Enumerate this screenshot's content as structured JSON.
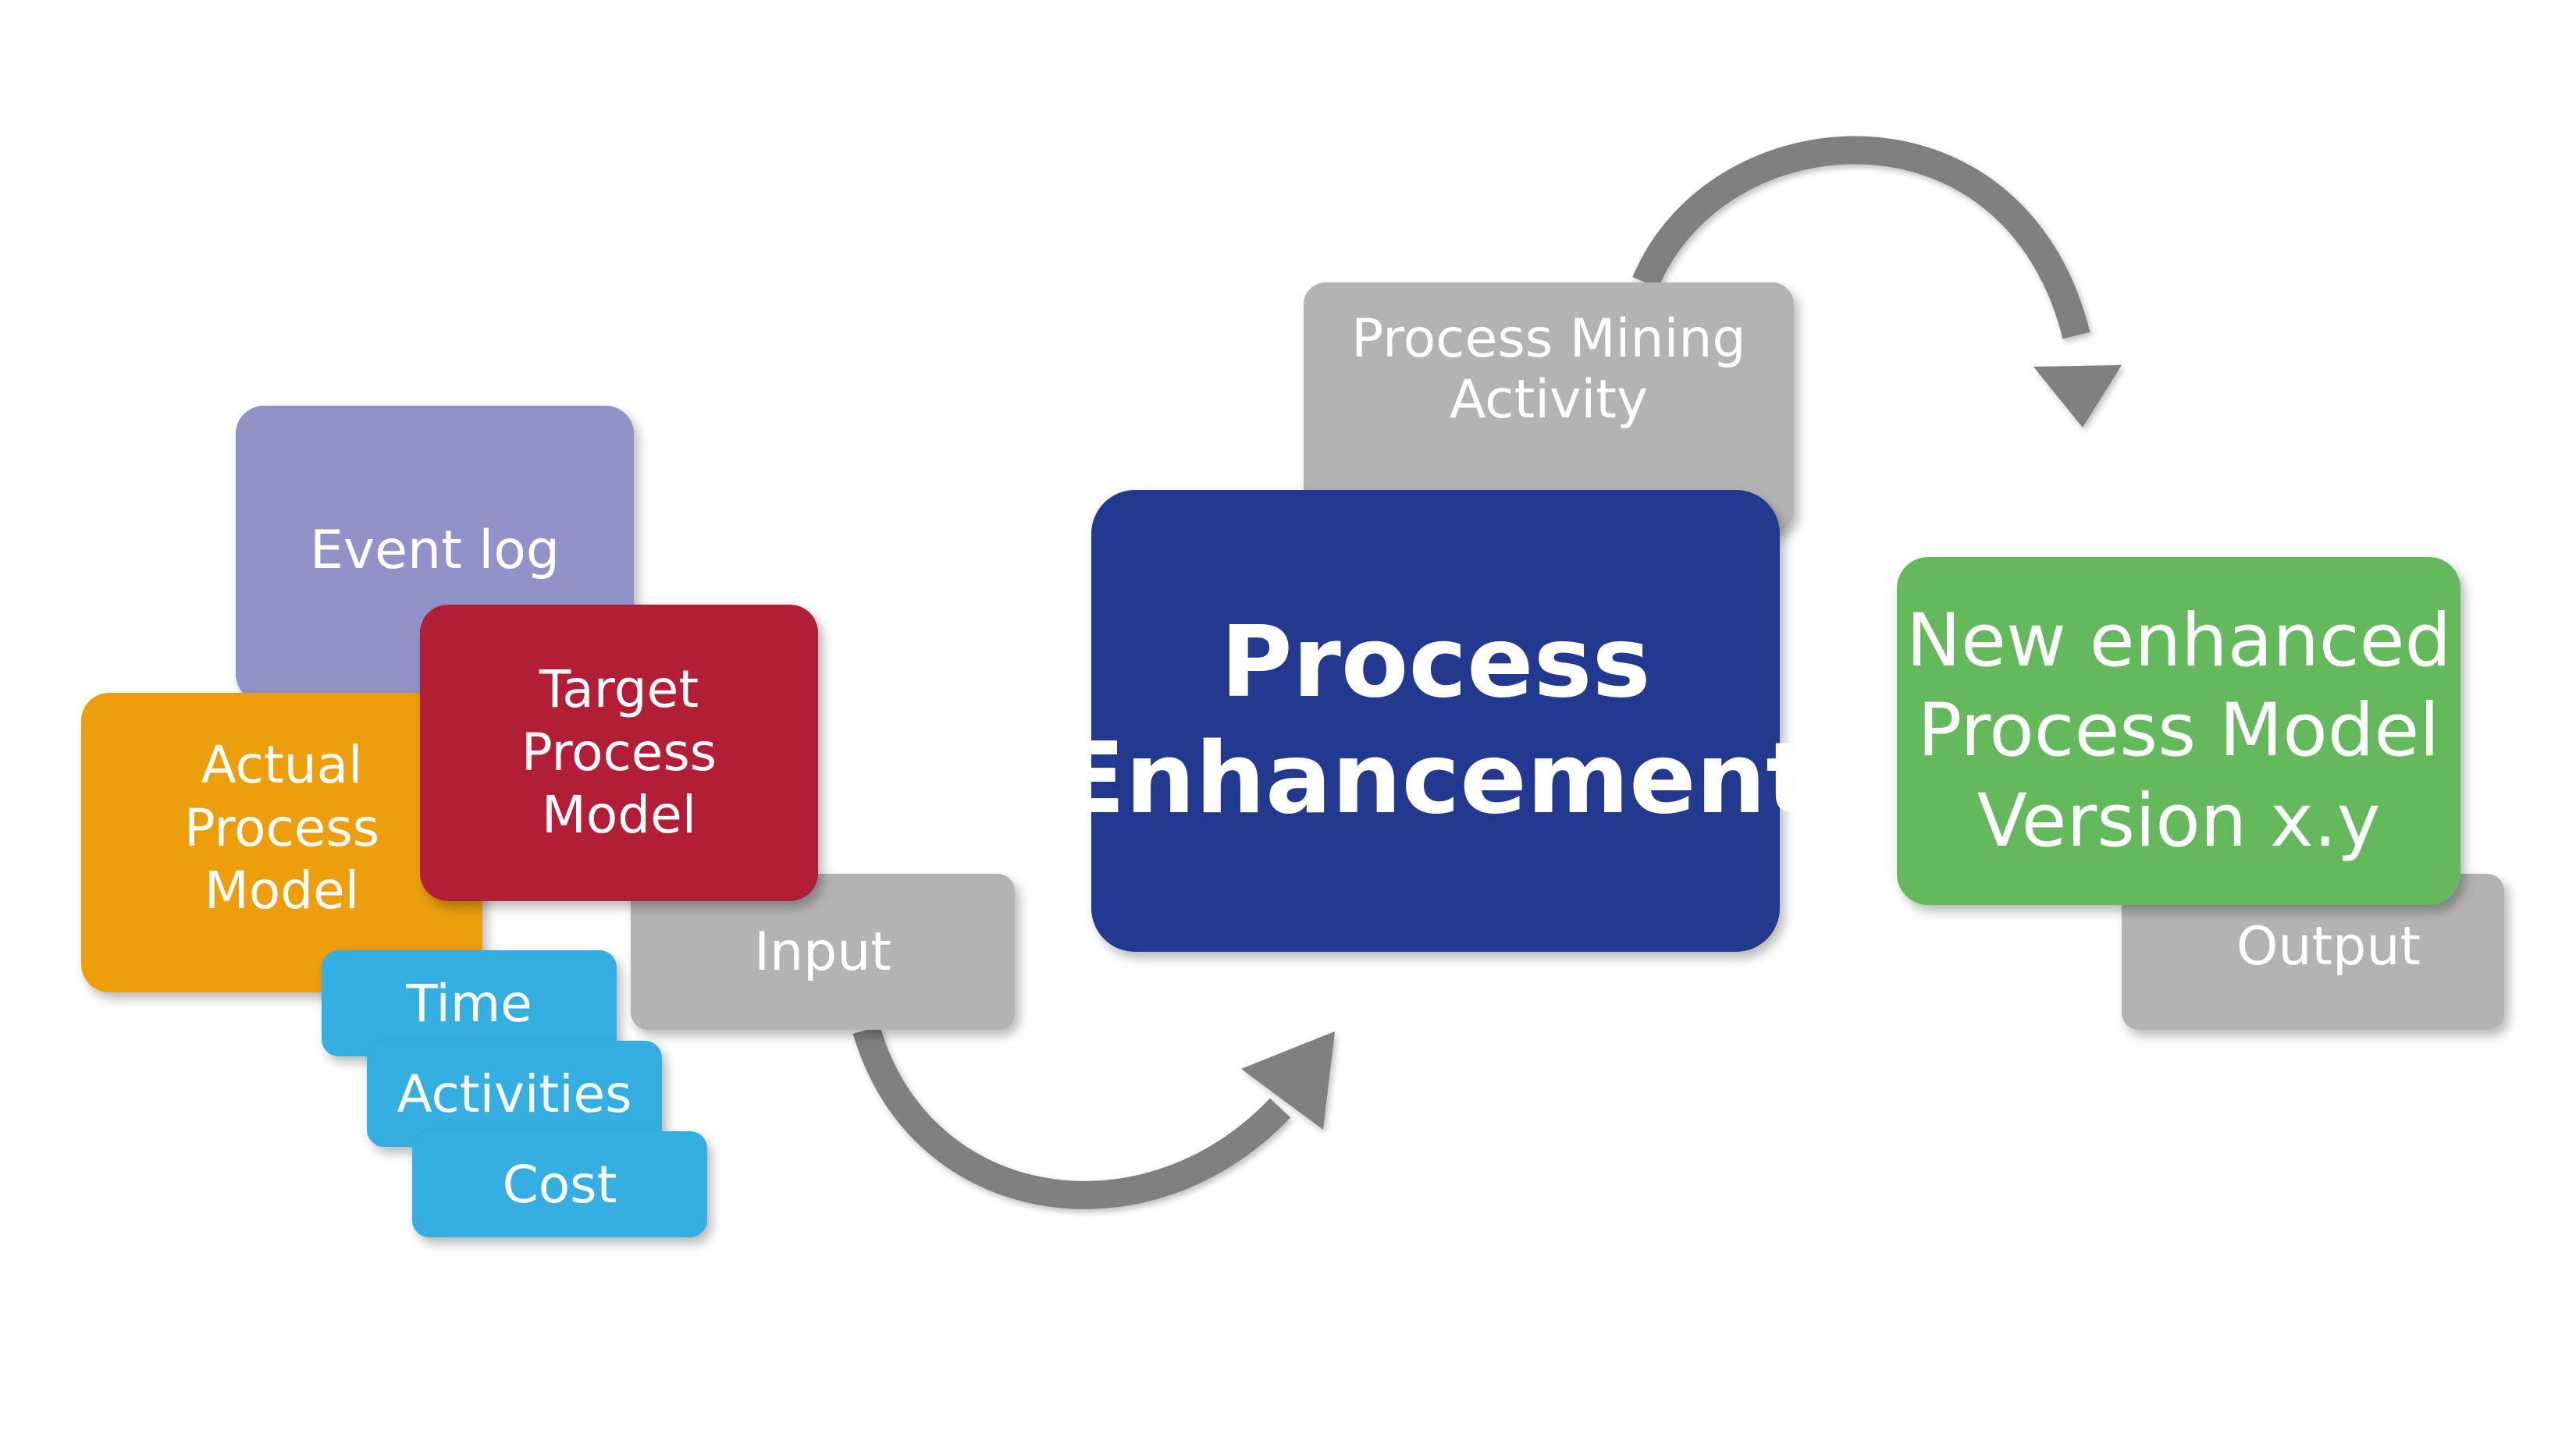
{
  "diagram": {
    "inputs": {
      "event_log": "Event log",
      "target_process_model": "Target\nProcess\nModel",
      "actual_process_model": "Actual\nProcess\nModel",
      "tags": [
        "Time",
        "Activities",
        "Cost"
      ]
    },
    "input_label": "Input",
    "process_mining_activity": "Process Mining\nActivity",
    "process_enhancement": "Process\nEnhancement",
    "output_model": "New enhanced\nProcess Model\nVersion x.y",
    "output_label": "Output"
  },
  "colors": {
    "event_log": "#9193c8",
    "target_process_model": "#b31e37",
    "actual_process_model": "#ec9e0d",
    "tags": "#35aee1",
    "labels": "#b3b3b3",
    "process_enhancement": "#22398f",
    "output_model": "#63b95b",
    "arrows": "#808080"
  }
}
